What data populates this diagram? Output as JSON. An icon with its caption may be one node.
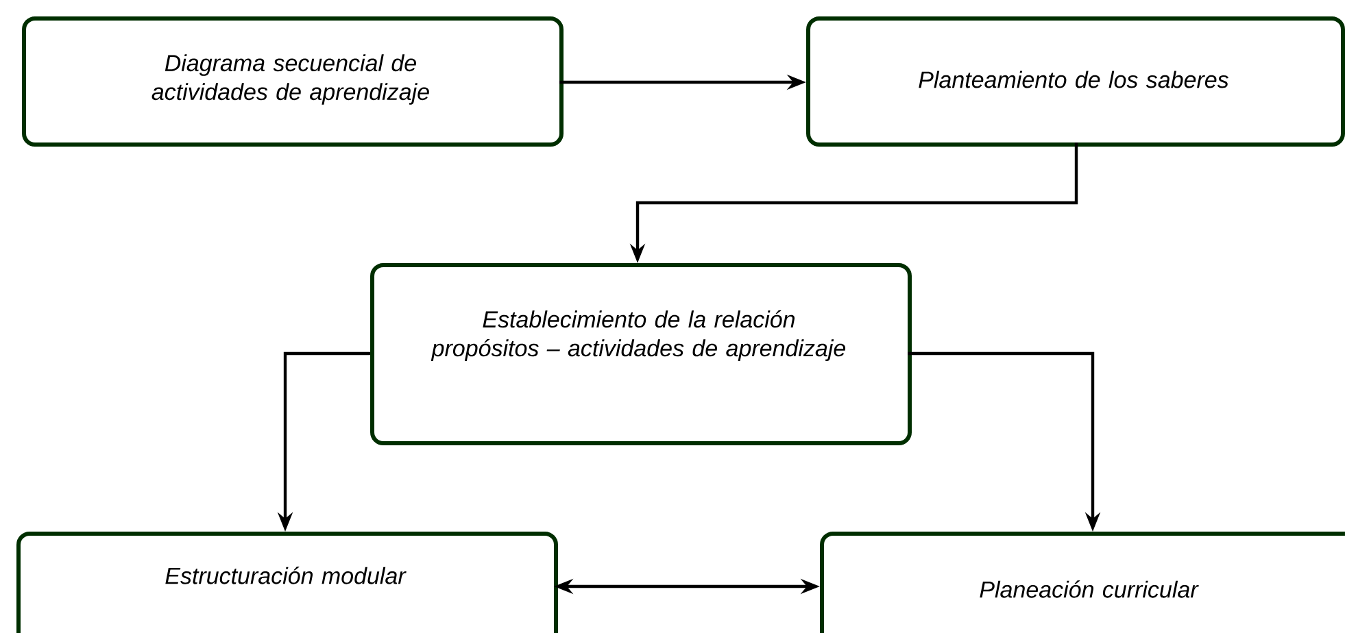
{
  "diagram": {
    "nodes": [
      {
        "text": [
          "Diagrama secuencial de actividades de aprendizaje"
        ]
      },
      {
        "text": [
          "Planteamiento de los saberes"
        ]
      },
      {
        "text": [
          "Establecimiento de la relación propósitos – actividades de aprendizaje"
        ]
      },
      {
        "text": [
          "Estructuración modular"
        ]
      },
      {
        "text": [
          "Planeación curricular"
        ]
      }
    ],
    "edges": [
      {
        "from": 0,
        "to": 1,
        "arrow": "to"
      },
      {
        "from": 1,
        "to": 2,
        "arrow": "to"
      },
      {
        "from": 2,
        "to": 3,
        "arrow": "to"
      },
      {
        "from": 2,
        "to": 4,
        "arrow": "to"
      },
      {
        "from": 3,
        "to": 4,
        "arrow": "both"
      }
    ]
  }
}
